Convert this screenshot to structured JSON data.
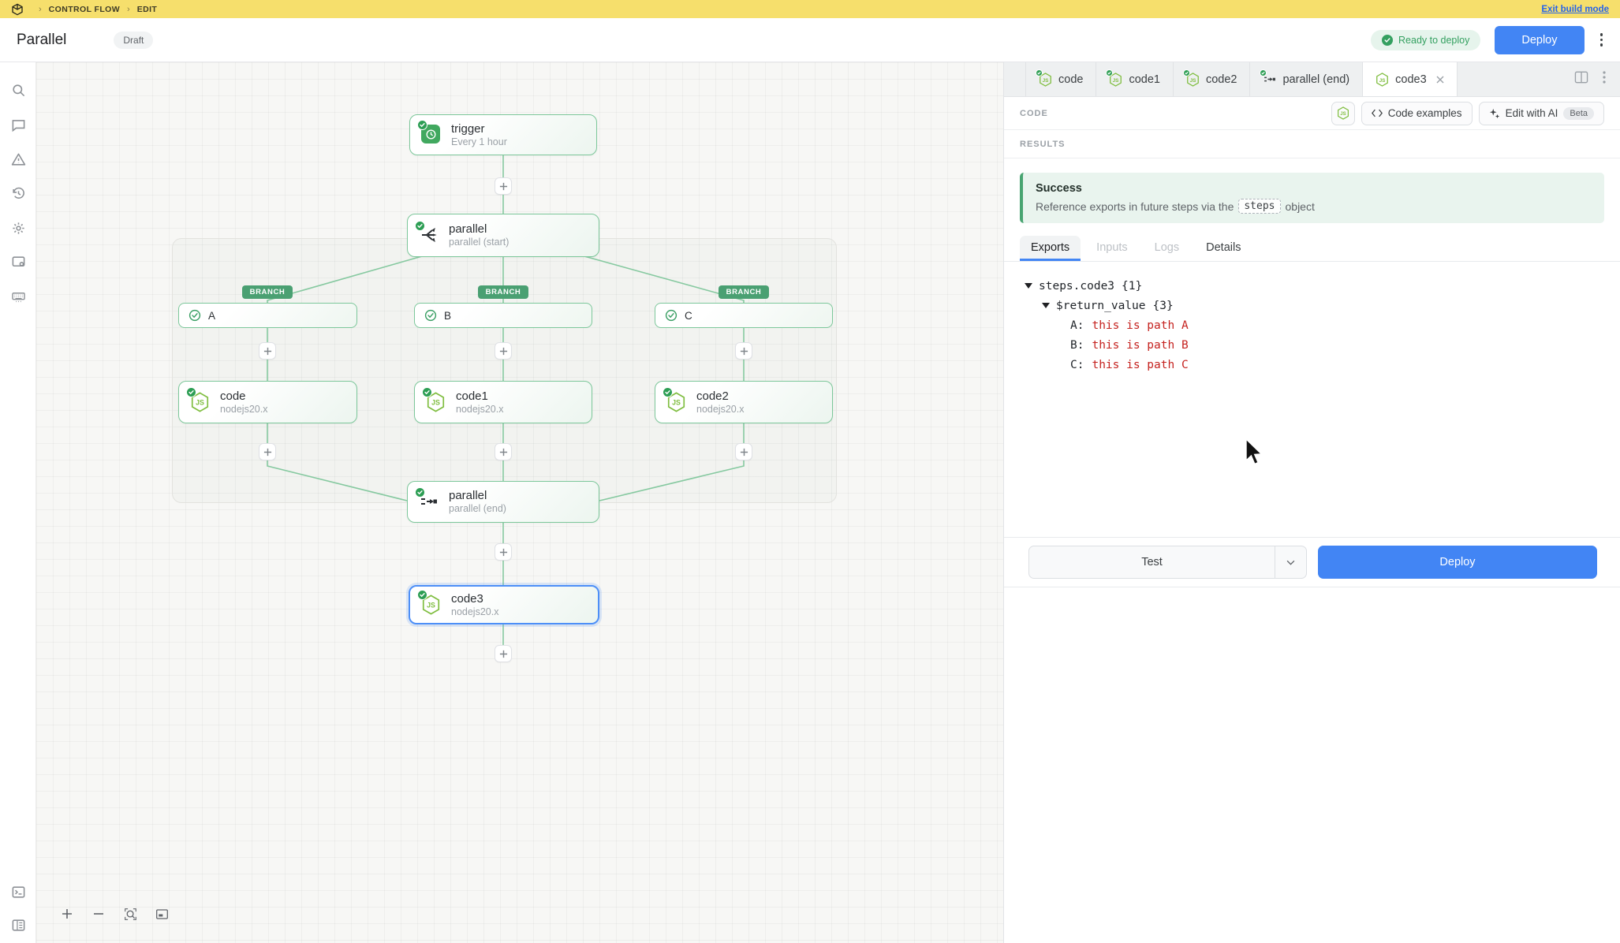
{
  "topbar": {
    "breadcrumb": [
      "CONTROL FLOW",
      "EDIT"
    ],
    "exit_link": "Exit build mode"
  },
  "header": {
    "title": "Parallel",
    "status_badge": "Draft",
    "deploy_status": "Ready to deploy",
    "deploy_button": "Deploy"
  },
  "colors": {
    "brand_yellow": "#f6df6c",
    "accent_blue": "#4285f4",
    "node_green_border": "#7cc79a",
    "success_green": "#2d9e54",
    "error_red": "#c5221f"
  },
  "canvas": {
    "branch_badge": "BRANCH",
    "nodes": {
      "trigger": {
        "title": "trigger",
        "subtitle": "Every 1 hour"
      },
      "parallel_start": {
        "title": "parallel",
        "subtitle": "parallel (start)"
      },
      "branch_a": {
        "title": "A"
      },
      "branch_b": {
        "title": "B"
      },
      "branch_c": {
        "title": "C"
      },
      "code": {
        "title": "code",
        "subtitle": "nodejs20.x"
      },
      "code1": {
        "title": "code1",
        "subtitle": "nodejs20.x"
      },
      "code2": {
        "title": "code2",
        "subtitle": "nodejs20.x"
      },
      "parallel_end": {
        "title": "parallel",
        "subtitle": "parallel (end)"
      },
      "code3": {
        "title": "code3",
        "subtitle": "nodejs20.x"
      }
    }
  },
  "panel": {
    "tabs": [
      {
        "label": "code"
      },
      {
        "label": "code1"
      },
      {
        "label": "code2"
      },
      {
        "label": "parallel (end)"
      },
      {
        "label": "code3"
      }
    ],
    "code_section": {
      "label": "CODE",
      "code_examples_button": "Code examples",
      "edit_ai_button": "Edit with AI",
      "beta_badge": "Beta"
    },
    "results": {
      "label": "RESULTS",
      "success_title": "Success",
      "message_prefix": "Reference exports in future steps via the",
      "message_chip": "steps",
      "message_suffix": "object"
    },
    "subtabs": [
      {
        "label": "Exports"
      },
      {
        "label": "Inputs"
      },
      {
        "label": "Logs"
      },
      {
        "label": "Details"
      }
    ],
    "tree": {
      "root_key": "steps.code3",
      "root_count": "{1}",
      "child_key": "$return_value",
      "child_count": "{3}",
      "items": [
        {
          "key": "A:",
          "value": "this is path A"
        },
        {
          "key": "B:",
          "value": "this is path B"
        },
        {
          "key": "C:",
          "value": "this is path C"
        }
      ]
    },
    "actions": {
      "test_button": "Test",
      "deploy_button": "Deploy"
    }
  }
}
